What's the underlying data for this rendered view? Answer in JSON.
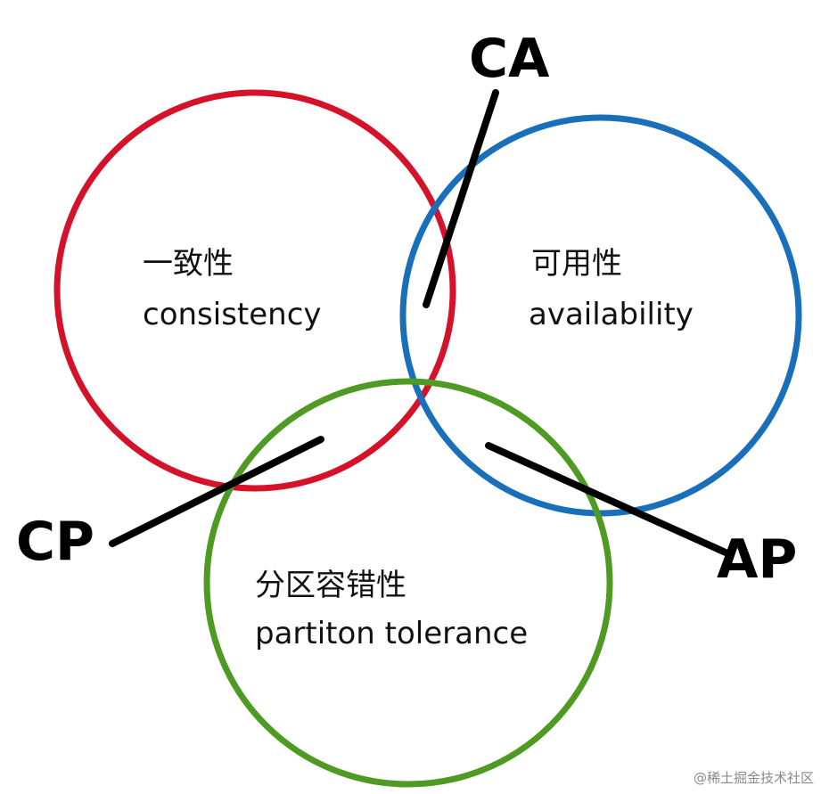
{
  "colors": {
    "consistency_circle": "#d4122a",
    "availability_circle": "#1a6fba",
    "partition_circle": "#4f9a22",
    "pointer_lines": "#000000",
    "watermark": "#8a8a8a"
  },
  "circles": {
    "consistency": {
      "cn": "一致性",
      "en": "consistency"
    },
    "availability": {
      "cn": "可用性",
      "en": "availability"
    },
    "partition": {
      "cn": "分区容错性",
      "en": "partiton tolerance"
    }
  },
  "intersections": {
    "ca": "CA",
    "cp": "CP",
    "ap": "AP"
  },
  "watermark": "@稀土掘金技术社区"
}
